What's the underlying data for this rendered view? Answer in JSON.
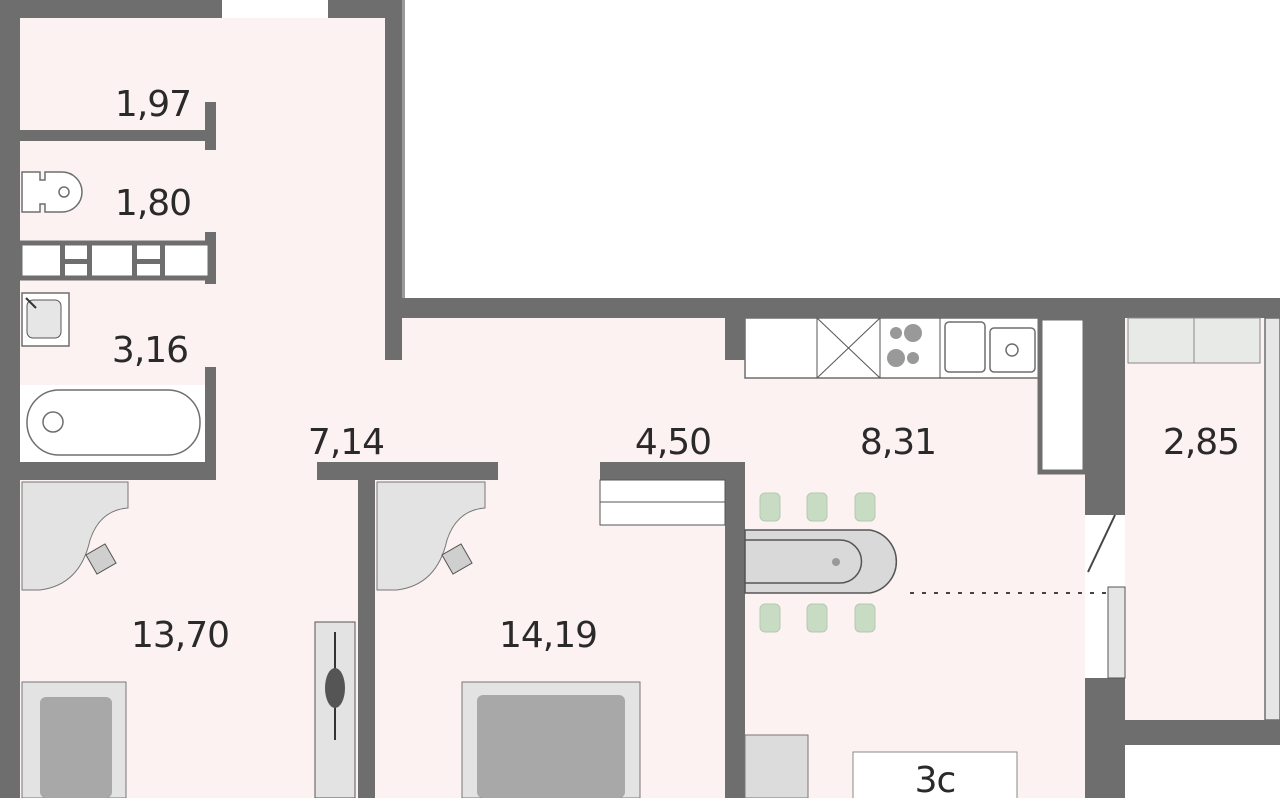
{
  "plan": {
    "rooms": [
      {
        "id": "hall-upper",
        "area": "1,97"
      },
      {
        "id": "toilet",
        "area": "1,80"
      },
      {
        "id": "bathroom",
        "area": "3,16"
      },
      {
        "id": "corridor",
        "area": "7,14"
      },
      {
        "id": "closet",
        "area": "4,50"
      },
      {
        "id": "kitchen",
        "area": "8,31"
      },
      {
        "id": "balcony",
        "area": "2,85"
      },
      {
        "id": "bedroom-left",
        "area": "13,70"
      },
      {
        "id": "bedroom-middle",
        "area": "14,19"
      }
    ],
    "apartment_label": "3c",
    "colors": {
      "wall": "#6e6e6e",
      "floor": "#fdf2f2",
      "text": "#2a2a2a",
      "chair": "#c8dcc4"
    }
  }
}
